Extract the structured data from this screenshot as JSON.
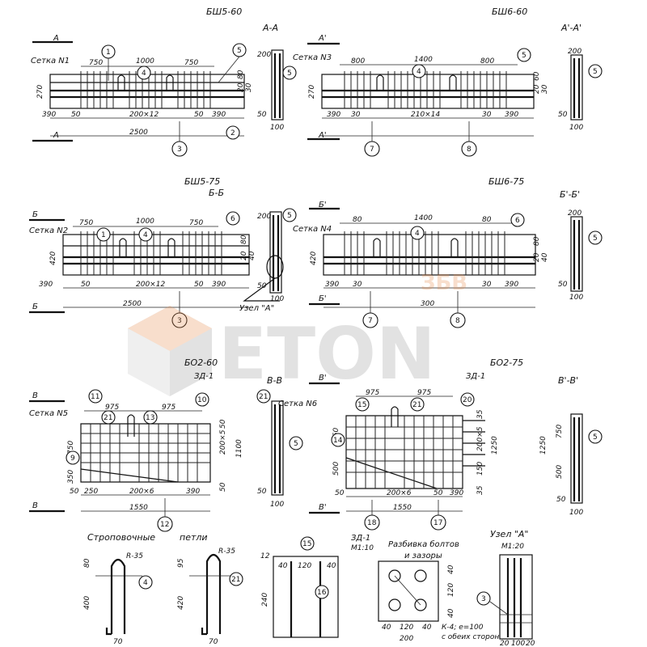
{
  "panels": {
    "bsh5_60": {
      "title": "БШ5-60",
      "section": "А-А",
      "mesh": "Сетка N1",
      "top_dims": [
        "750",
        "1000",
        "750"
      ],
      "bottom_dims": [
        "390",
        "50",
        "200×12",
        "50",
        "390"
      ],
      "total": "2500",
      "height": "270",
      "side_dims": [
        "80",
        "20",
        "30"
      ],
      "cut": "А",
      "callouts": [
        "1",
        "4",
        "5",
        "2",
        "3"
      ]
    },
    "bsh6_60": {
      "title": "БШ6-60",
      "section": "А'-А'",
      "mesh": "Сетка N3",
      "top_dims": [
        "800",
        "1400",
        "800"
      ],
      "bottom_dims": [
        "390",
        "30",
        "210×14",
        "30",
        "390"
      ],
      "height": "270",
      "side_dims": [
        "200",
        "50",
        "100",
        "60",
        "20",
        "30"
      ],
      "cut": "А'",
      "callouts": [
        "5",
        "4",
        "7",
        "8"
      ]
    },
    "bsh5_75": {
      "title": "БШ5-75",
      "section": "Б-Б",
      "mesh": "Сетка N2",
      "top_dims": [
        "750",
        "1000",
        "750"
      ],
      "bottom_dims": [
        "390",
        "50",
        "200×12",
        "50",
        "390"
      ],
      "total": "2500",
      "height": "420",
      "side_dims": [
        "80",
        "20",
        "40",
        "20",
        "40"
      ],
      "cut": "Б",
      "callouts": [
        "1",
        "4",
        "6",
        "3"
      ]
    },
    "bsh6_75": {
      "title": "БШ6-75",
      "section": "Б'-Б'",
      "mesh": "Сетка N4",
      "top_dims": [
        "80",
        "1400",
        "80"
      ],
      "bottom_dims": [
        "390",
        "30",
        "30",
        "390"
      ],
      "total": "300",
      "height": "420",
      "side_dims": [
        "80",
        "20",
        "40",
        "20",
        "40"
      ],
      "cut": "Б'",
      "callouts": [
        "4",
        "6",
        "7",
        "8"
      ]
    },
    "bo2_60": {
      "title": "БО2-60",
      "section": "В-В",
      "mesh": "Сетка N5",
      "embed": "ЗД-1",
      "top_dims": [
        "975",
        "975"
      ],
      "bottom_dims": [
        "50",
        "250",
        "200×6",
        "390"
      ],
      "total": "1550",
      "heights": [
        "750",
        "350",
        "1100"
      ],
      "side_dims": [
        "200×5",
        "50",
        "50"
      ],
      "cut": "В",
      "callouts": [
        "11",
        "21",
        "13",
        "10",
        "9",
        "12"
      ]
    },
    "bo2_75": {
      "title": "БО2-75",
      "section": "В'-В'",
      "mesh": "Сетка N6",
      "embed": "ЗД-1",
      "top_dims": [
        "975",
        "975"
      ],
      "bottom_dims": [
        "50",
        "200×6",
        "50",
        "390"
      ],
      "total": "1550",
      "heights": [
        "750",
        "500",
        "1250"
      ],
      "side_dims": [
        "200×5",
        "35",
        "35",
        "150"
      ],
      "cut": "В'",
      "callouts": [
        "15",
        "21",
        "20",
        "14",
        "18",
        "17"
      ]
    },
    "sections": {
      "aa_dims": [
        "200",
        "50",
        "100"
      ],
      "bb_dims": [
        "200",
        "50",
        "100"
      ],
      "vv_dims": [
        "50",
        "100"
      ],
      "vv2_dims": [
        "1250",
        "750",
        "500",
        "50",
        "100"
      ]
    },
    "lifting_loops": {
      "title_a": "Строповочные",
      "title_b": "петли",
      "r1": "R-35",
      "r2": "R-35",
      "h1": "400",
      "h1b": "80",
      "h2": "420",
      "h2b": "95",
      "w1": "70",
      "w2": "70",
      "callouts": [
        "4",
        "21"
      ]
    },
    "zd_block": {
      "dims": [
        "12",
        "120",
        "40",
        "40",
        "240"
      ],
      "callouts": [
        "15",
        "16"
      ]
    },
    "zd1": {
      "title": "ЗД-1",
      "scale": "М1:10",
      "caption_a": "Разбивка болтов",
      "caption_b": "и зазоры",
      "dims": [
        "40",
        "120",
        "40",
        "40",
        "120",
        "40",
        "200"
      ],
      "note_a": "К-4; е=100",
      "note_b": "с обеих сторон"
    },
    "node_a": {
      "title": "Узел \"А\"",
      "scale": "М1:20",
      "label": "Узел \"А\"",
      "callouts": [
        "3"
      ],
      "dims": [
        "20",
        "100",
        "20"
      ]
    }
  },
  "watermark": {
    "word": "ETON",
    "badge": "ЗБВ",
    "color": "#e88a4a",
    "shade": "#9a9a9a"
  }
}
